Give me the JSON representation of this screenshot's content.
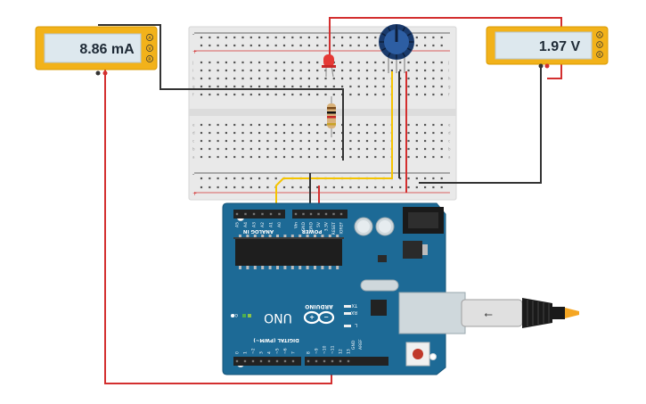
{
  "ammeter": {
    "reading": "8.86 mA",
    "terminals": [
      "A",
      "V",
      "R"
    ]
  },
  "voltmeter": {
    "reading": "1.97 V",
    "terminals": [
      "A",
      "V",
      "R"
    ]
  },
  "arduino": {
    "brand": "ARDUINO",
    "model": "UNO",
    "on_label": "ON",
    "analog_header": "ANALOG IN",
    "power_header": "POWER",
    "digital_header": "DIGITAL (PWM~)",
    "tx_label": "TX",
    "rx_label": "RX",
    "l_label": "L",
    "aref_label": "AREF",
    "gnd_label": "GND",
    "analog_pins": [
      "A5",
      "A4",
      "A3",
      "A2",
      "A1",
      "A0"
    ],
    "power_pins": [
      "Vin",
      "GND",
      "GND",
      "5V",
      "3.3V",
      "RESET",
      "IOREF"
    ],
    "digital_pins": [
      "0",
      "1",
      "~2",
      "3",
      "4",
      "~5",
      "~6",
      "7",
      "8",
      "~9",
      "~10",
      "~11",
      "12",
      "13"
    ]
  },
  "breadboard": {
    "row_letters_top": [
      "j",
      "i",
      "h",
      "g",
      "f"
    ],
    "row_letters_bottom": [
      "e",
      "d",
      "c",
      "b",
      "a"
    ],
    "rail_plus": "+",
    "rail_minus": "-"
  },
  "colors": {
    "wire_red": "#d32f2f",
    "wire_black": "#333333",
    "wire_yellow": "#f5c400",
    "meter_body": "#f2b21a",
    "board_blue": "#1d6a96"
  }
}
